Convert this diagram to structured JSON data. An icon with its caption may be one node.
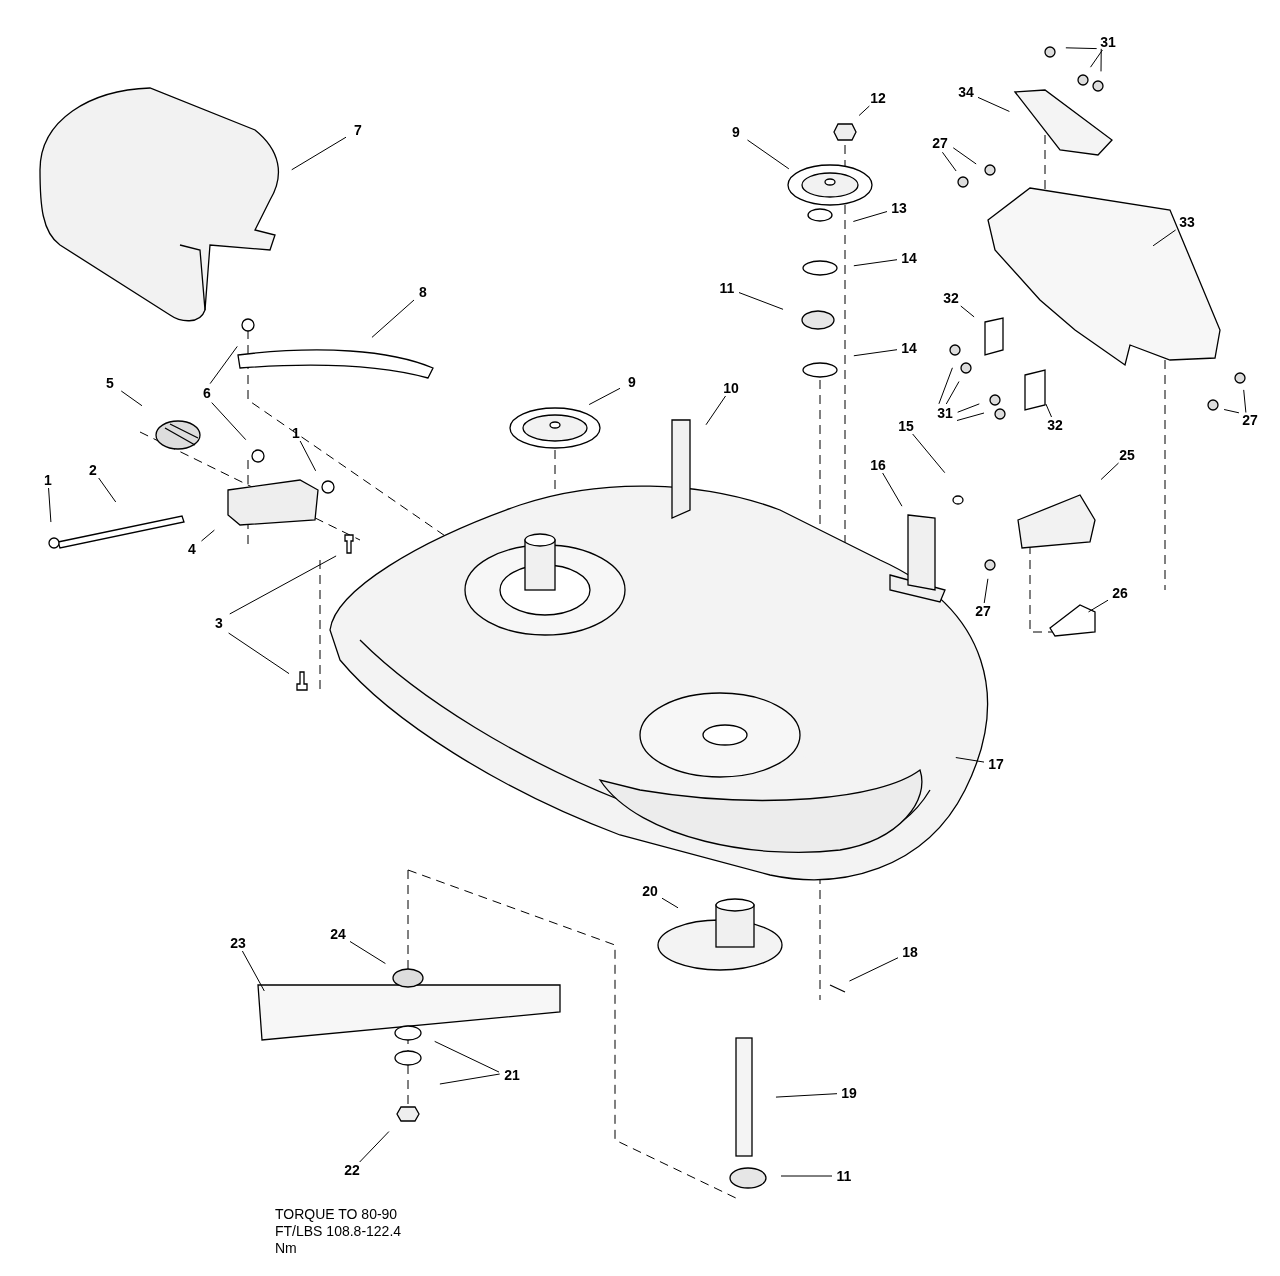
{
  "diagram": {
    "nodes": [
      {
        "text": [
          "31"
        ]
      },
      {
        "text": [
          "34"
        ]
      },
      {
        "text": [
          "12"
        ]
      },
      {
        "text": [
          "9"
        ]
      },
      {
        "text": [
          "7"
        ]
      },
      {
        "text": [
          "27"
        ]
      },
      {
        "text": [
          "33"
        ]
      },
      {
        "text": [
          "13"
        ]
      },
      {
        "text": [
          "14"
        ]
      },
      {
        "text": [
          "11"
        ]
      },
      {
        "text": [
          "14"
        ]
      },
      {
        "text": [
          "8"
        ]
      },
      {
        "text": [
          "32"
        ]
      },
      {
        "text": [
          "31"
        ]
      },
      {
        "text": [
          "32"
        ]
      },
      {
        "text": [
          "27"
        ]
      },
      {
        "text": [
          "9"
        ]
      },
      {
        "text": [
          "10"
        ]
      },
      {
        "text": [
          "5"
        ]
      },
      {
        "text": [
          "6"
        ]
      },
      {
        "text": [
          "1"
        ]
      },
      {
        "text": [
          "1"
        ]
      },
      {
        "text": [
          "2"
        ]
      },
      {
        "text": [
          "4"
        ]
      },
      {
        "text": [
          "3"
        ]
      },
      {
        "text": [
          "15"
        ]
      },
      {
        "text": [
          "16"
        ]
      },
      {
        "text": [
          "25"
        ]
      },
      {
        "text": [
          "27"
        ]
      },
      {
        "text": [
          "26"
        ]
      },
      {
        "text": [
          "17"
        ]
      },
      {
        "text": [
          "20"
        ]
      },
      {
        "text": [
          "18"
        ]
      },
      {
        "text": [
          "24"
        ]
      },
      {
        "text": [
          "23"
        ]
      },
      {
        "text": [
          "21"
        ]
      },
      {
        "text": [
          "22"
        ]
      },
      {
        "text": [
          "19"
        ]
      },
      {
        "text": [
          "11"
        ]
      }
    ],
    "edges": [
      {
        "from": 0,
        "to": null,
        "arrow": "none"
      },
      {
        "from": 0,
        "to": null,
        "arrow": "none"
      },
      {
        "from": 0,
        "to": null,
        "arrow": "none"
      },
      {
        "from": 1,
        "to": null,
        "arrow": "none"
      },
      {
        "from": 2,
        "to": null,
        "arrow": "none"
      },
      {
        "from": 3,
        "to": null,
        "arrow": "none"
      },
      {
        "from": 4,
        "to": null,
        "arrow": "none"
      },
      {
        "from": 5,
        "to": null,
        "arrow": "none"
      },
      {
        "from": 5,
        "to": null,
        "arrow": "none"
      },
      {
        "from": 6,
        "to": null,
        "arrow": "none"
      },
      {
        "from": 7,
        "to": null,
        "arrow": "none"
      },
      {
        "from": 8,
        "to": null,
        "arrow": "none"
      },
      {
        "from": 9,
        "to": null,
        "arrow": "none"
      },
      {
        "from": 10,
        "to": null,
        "arrow": "none"
      },
      {
        "from": 11,
        "to": null,
        "arrow": "none"
      },
      {
        "from": 12,
        "to": null,
        "arrow": "none"
      },
      {
        "from": 13,
        "to": null,
        "arrow": "none"
      },
      {
        "from": 13,
        "to": null,
        "arrow": "none"
      },
      {
        "from": 13,
        "to": null,
        "arrow": "none"
      },
      {
        "from": 13,
        "to": null,
        "arrow": "none"
      },
      {
        "from": 14,
        "to": null,
        "arrow": "none"
      },
      {
        "from": 15,
        "to": null,
        "arrow": "none"
      },
      {
        "from": 15,
        "to": null,
        "arrow": "none"
      },
      {
        "from": 16,
        "to": null,
        "arrow": "none"
      },
      {
        "from": 17,
        "to": null,
        "arrow": "none"
      },
      {
        "from": 18,
        "to": null,
        "arrow": "none"
      },
      {
        "from": 19,
        "to": null,
        "arrow": "none"
      },
      {
        "from": 19,
        "to": null,
        "arrow": "none"
      },
      {
        "from": 20,
        "to": null,
        "arrow": "none"
      },
      {
        "from": 21,
        "to": null,
        "arrow": "none"
      },
      {
        "from": 22,
        "to": null,
        "arrow": "none"
      },
      {
        "from": 23,
        "to": null,
        "arrow": "none"
      },
      {
        "from": 24,
        "to": null,
        "arrow": "none"
      },
      {
        "from": 24,
        "to": null,
        "arrow": "none"
      },
      {
        "from": 25,
        "to": null,
        "arrow": "none"
      },
      {
        "from": 26,
        "to": null,
        "arrow": "none"
      },
      {
        "from": 27,
        "to": null,
        "arrow": "none"
      },
      {
        "from": 28,
        "to": null,
        "arrow": "none"
      },
      {
        "from": 29,
        "to": null,
        "arrow": "none"
      },
      {
        "from": 30,
        "to": null,
        "arrow": "none"
      },
      {
        "from": 31,
        "to": null,
        "arrow": "none"
      },
      {
        "from": 32,
        "to": null,
        "arrow": "none"
      },
      {
        "from": 33,
        "to": null,
        "arrow": "none"
      },
      {
        "from": 34,
        "to": null,
        "arrow": "none"
      },
      {
        "from": 35,
        "to": null,
        "arrow": "none"
      },
      {
        "from": 35,
        "to": null,
        "arrow": "none"
      },
      {
        "from": 36,
        "to": null,
        "arrow": "none"
      },
      {
        "from": 37,
        "to": null,
        "arrow": "none"
      },
      {
        "from": 38,
        "to": null,
        "arrow": "none"
      }
    ],
    "labels": [
      "TORQUE TO 80-90 FT/LBS 108.8-122.4 Nm"
    ]
  }
}
